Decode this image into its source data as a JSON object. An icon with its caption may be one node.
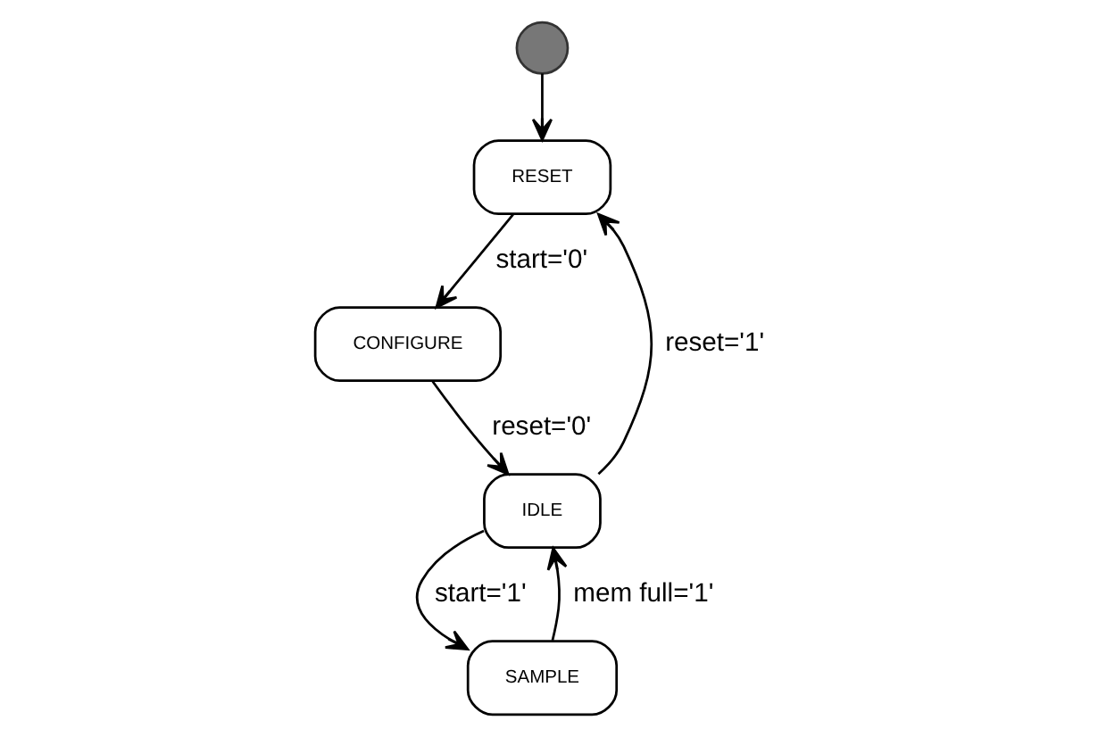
{
  "diagram": {
    "nodes": [
      {
        "text": [],
        "shape": "circle"
      },
      {
        "text": [
          "RESET"
        ]
      },
      {
        "text": [
          "CONFIGURE"
        ]
      },
      {
        "text": [
          "IDLE"
        ]
      },
      {
        "text": [
          "SAMPLE"
        ]
      }
    ],
    "edges": [
      {
        "from": 0,
        "to": 1,
        "arrow": "to"
      },
      {
        "from": 1,
        "to": 2,
        "arrow": "to",
        "label": "start='0'"
      },
      {
        "from": 2,
        "to": 3,
        "arrow": "to",
        "label": "reset='0'"
      },
      {
        "from": 3,
        "to": 4,
        "arrow": "to",
        "label": "start='1'"
      },
      {
        "from": 4,
        "to": 3,
        "arrow": "to",
        "label": "mem full='1'"
      },
      {
        "from": 3,
        "to": 1,
        "arrow": "to",
        "label": "reset='1'"
      }
    ]
  }
}
